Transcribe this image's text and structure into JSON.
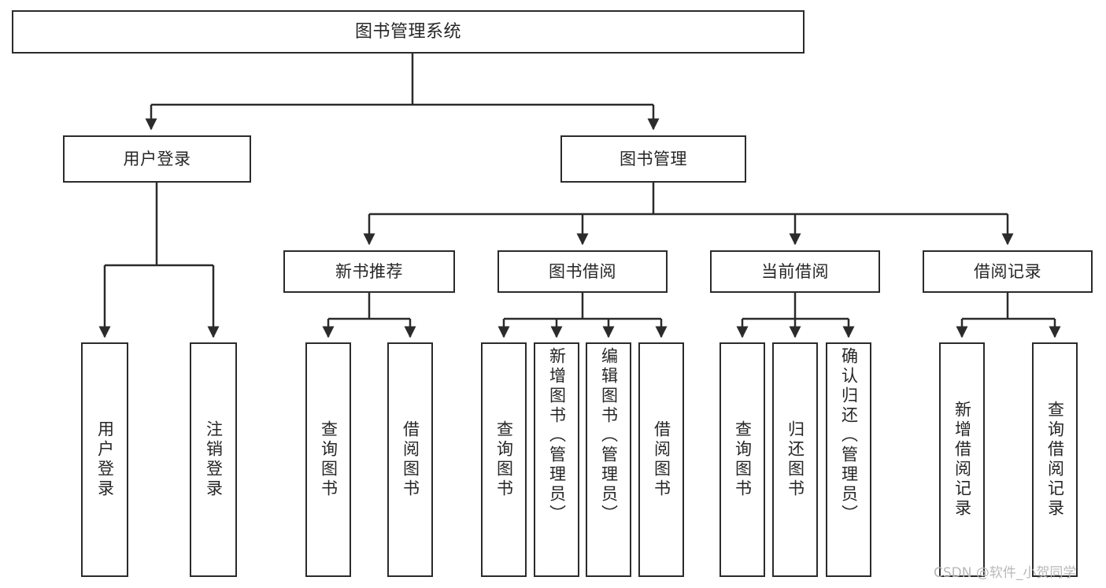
{
  "diagram": {
    "title": "图书管理系统",
    "watermark": "CSDN @软件_小贺同学",
    "colors": {
      "background": "#ffffff",
      "stroke": "#2b2b2b",
      "text": "#262626",
      "watermark": "#b9b9b9"
    },
    "nodes": {
      "root": "图书管理系统",
      "level1": {
        "user_login": "用户登录",
        "book_manage": "图书管理"
      },
      "level2": {
        "new_book_recommend": "新书推荐",
        "book_borrow": "图书借阅",
        "current_borrow": "当前借阅",
        "borrow_record": "借阅记录"
      },
      "leaves": {
        "user_login_children": [
          "用户登录",
          "注销登录"
        ],
        "new_book_recommend_children": [
          "查询图书",
          "借阅图书"
        ],
        "book_borrow_children": [
          "查询图书",
          "新增图书（管理员）",
          "编辑图书（管理员）",
          "借阅图书"
        ],
        "current_borrow_children": [
          "查询图书",
          "归还图书",
          "确认归还（管理员）"
        ],
        "borrow_record_children": [
          "新增借阅记录",
          "查询借阅记录"
        ]
      }
    },
    "edges": [
      {
        "from": "图书管理系统",
        "to": "用户登录"
      },
      {
        "from": "图书管理系统",
        "to": "图书管理"
      },
      {
        "from": "用户登录",
        "to": "用户登录"
      },
      {
        "from": "用户登录",
        "to": "注销登录"
      },
      {
        "from": "图书管理",
        "to": "新书推荐"
      },
      {
        "from": "图书管理",
        "to": "图书借阅"
      },
      {
        "from": "图书管理",
        "to": "当前借阅"
      },
      {
        "from": "图书管理",
        "to": "借阅记录"
      },
      {
        "from": "新书推荐",
        "to": "查询图书"
      },
      {
        "from": "新书推荐",
        "to": "借阅图书"
      },
      {
        "from": "图书借阅",
        "to": "查询图书"
      },
      {
        "from": "图书借阅",
        "to": "新增图书（管理员）"
      },
      {
        "from": "图书借阅",
        "to": "编辑图书（管理员）"
      },
      {
        "from": "图书借阅",
        "to": "借阅图书"
      },
      {
        "from": "当前借阅",
        "to": "查询图书"
      },
      {
        "from": "当前借阅",
        "to": "归还图书"
      },
      {
        "from": "当前借阅",
        "to": "确认归还（管理员）"
      },
      {
        "from": "借阅记录",
        "to": "新增借阅记录"
      },
      {
        "from": "借阅记录",
        "to": "查询借阅记录"
      }
    ]
  }
}
